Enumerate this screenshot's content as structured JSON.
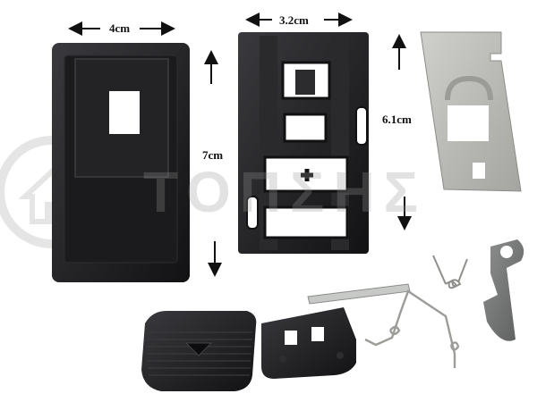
{
  "dimensions": {
    "bezel_width": "4cm",
    "bracket_width": "3.2cm",
    "bezel_height": "7cm",
    "plate_height": "6.1cm"
  },
  "watermark": {
    "text": "ΤΟΠΣΗΣ"
  },
  "colors": {
    "plastic": "#1c1c1e",
    "metal": "#b9bab5",
    "arrow": "#111111"
  }
}
